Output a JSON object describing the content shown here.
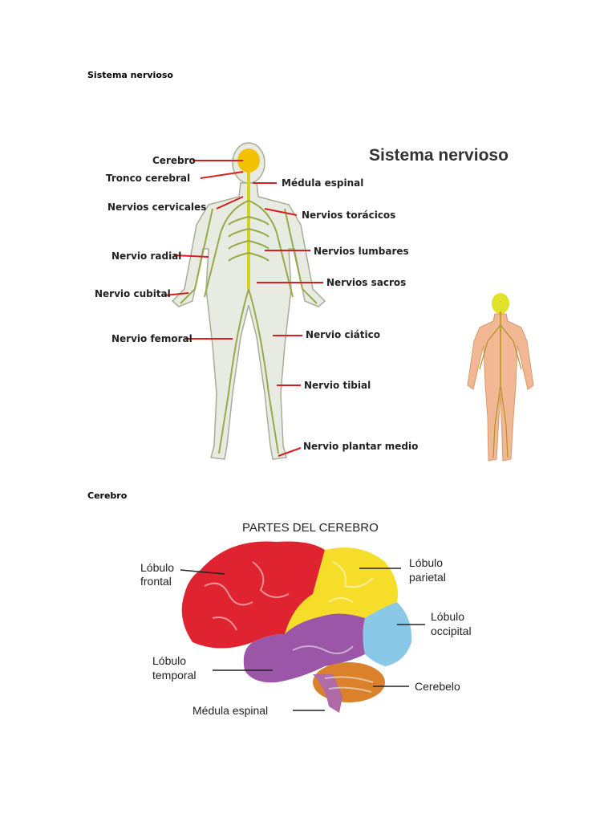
{
  "section1": {
    "heading": "Sistema nervioso",
    "figure": {
      "title": "Sistema nervioso",
      "labels_left": [
        "Cerebro",
        "Tronco cerebral",
        "Nervios cervicales",
        "Nervio radial",
        "Nervio cubital",
        "Nervio femoral"
      ],
      "labels_right": [
        "Médula espinal",
        "Nervios torácicos",
        "Nervios lumbares",
        "Nervios sacros",
        "Nervio ciático",
        "Nervio tibial",
        "Nervio plantar medio"
      ]
    }
  },
  "section2": {
    "heading": "Cerebro",
    "figure": {
      "title": "PARTES DEL CEREBRO",
      "lobulo_frontal": [
        "Lóbulo",
        "frontal"
      ],
      "lobulo_parietal": [
        "Lóbulo",
        "parietal"
      ],
      "lobulo_occipital": [
        "Lóbulo",
        "occipital"
      ],
      "lobulo_temporal": [
        "Lóbulo",
        "temporal"
      ],
      "cerebelo": "Cerebelo",
      "medula": "Médula espinal"
    }
  },
  "colors": {
    "leader_line": "#d81e1e",
    "nerve": "#9aa84a",
    "frontal": "#e02330",
    "parietal": "#f5dd2a",
    "occipital": "#8ac8e8",
    "temporal": "#9b56a8",
    "cerebelo": "#d9822b"
  }
}
